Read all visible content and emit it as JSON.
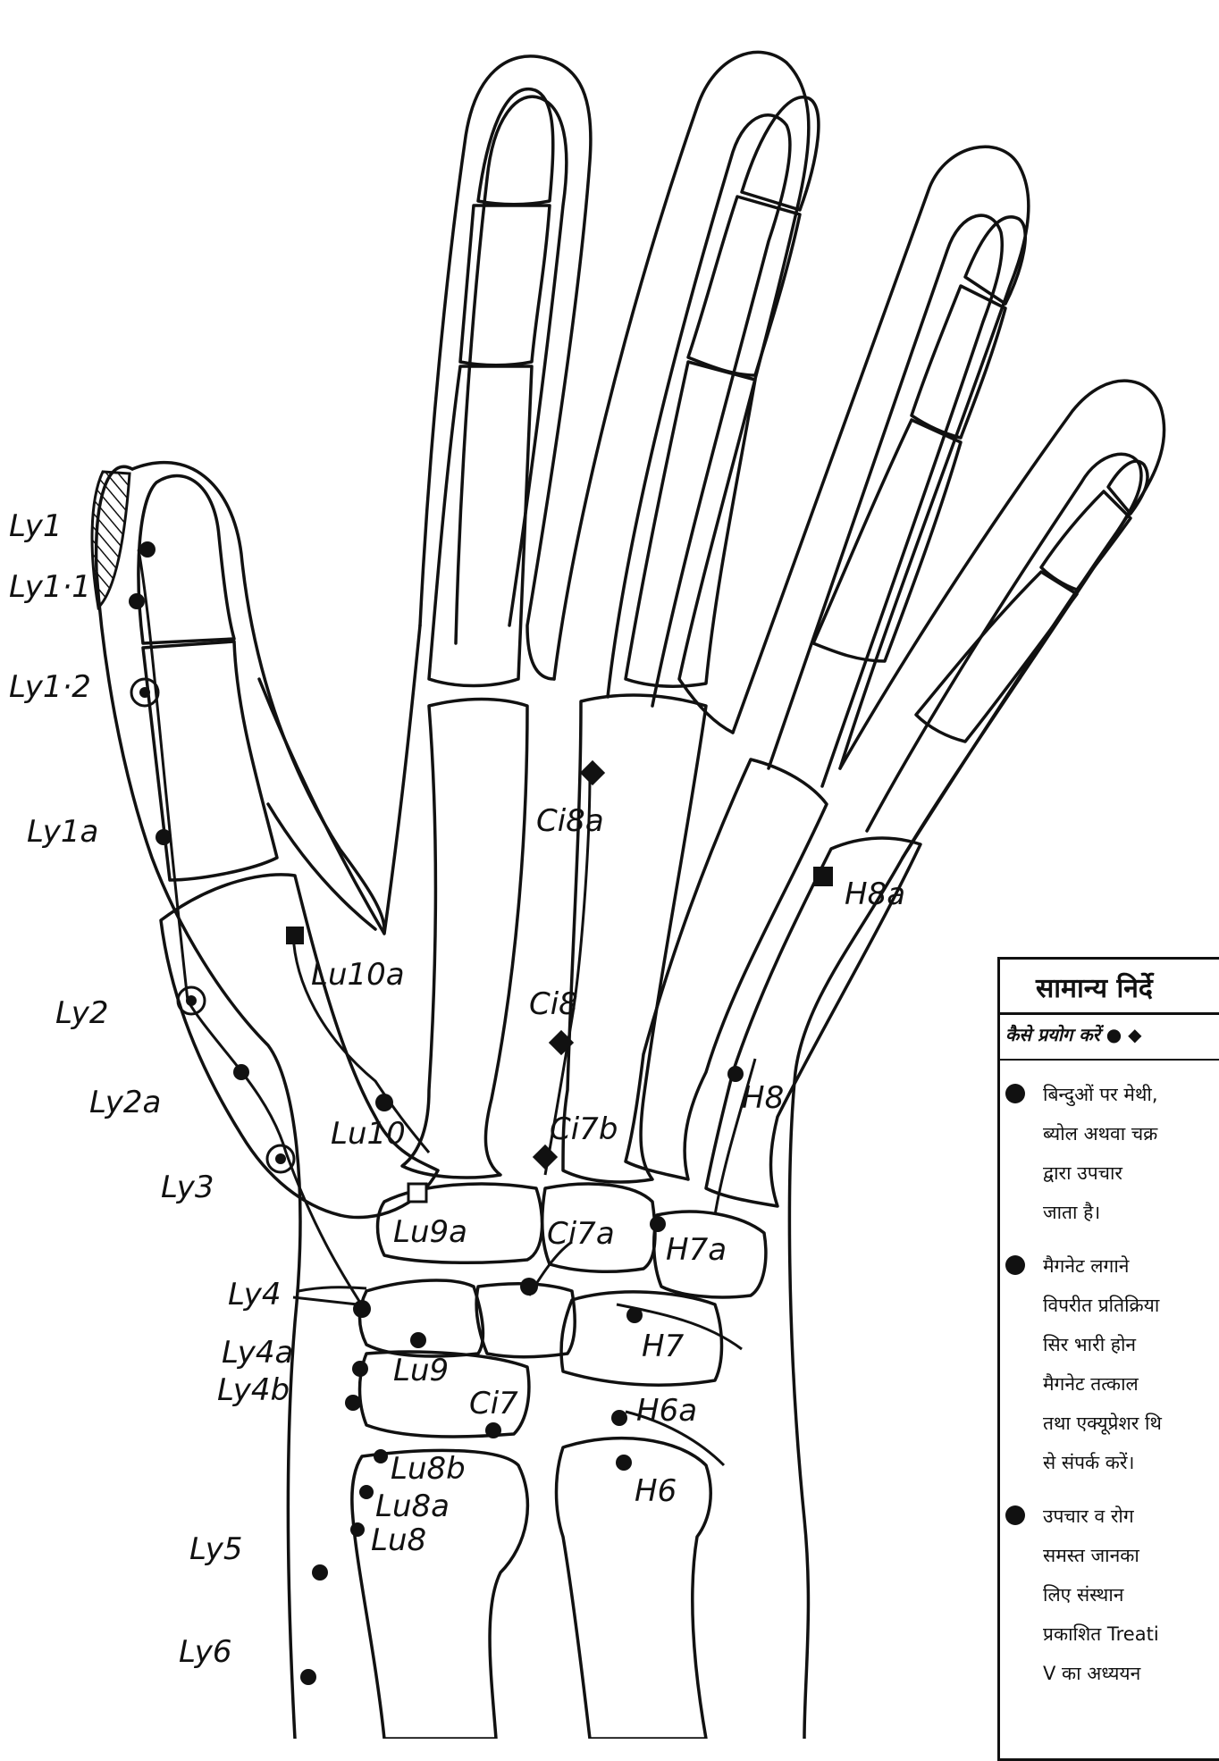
{
  "points": [
    {
      "id": "ly1",
      "label": "Ly1",
      "marker": "dot"
    },
    {
      "id": "ly11",
      "label": "Ly1·1",
      "marker": "dot"
    },
    {
      "id": "ly12",
      "label": "Ly1·2",
      "marker": "ring"
    },
    {
      "id": "ly1a",
      "label": "Ly1a",
      "marker": "dot"
    },
    {
      "id": "ly2",
      "label": "Ly2",
      "marker": "ring"
    },
    {
      "id": "ly2a",
      "label": "Ly2a",
      "marker": "dot"
    },
    {
      "id": "ly3",
      "label": "Ly3",
      "marker": "ring"
    },
    {
      "id": "ly4",
      "label": "Ly4",
      "marker": "dot"
    },
    {
      "id": "ly4a",
      "label": "Ly4a",
      "marker": "dot"
    },
    {
      "id": "ly4b",
      "label": "Ly4b",
      "marker": "dot"
    },
    {
      "id": "ly5",
      "label": "Ly5",
      "marker": "dot"
    },
    {
      "id": "ly6",
      "label": "Ly6",
      "marker": "dot"
    },
    {
      "id": "lu10a",
      "label": "Lu10a",
      "marker": "square"
    },
    {
      "id": "lu10",
      "label": "Lu10",
      "marker": "dot"
    },
    {
      "id": "lu9a",
      "label": "Lu9a",
      "marker": "open-square"
    },
    {
      "id": "lu9",
      "label": "Lu9",
      "marker": "dot"
    },
    {
      "id": "lu8b",
      "label": "Lu8b",
      "marker": "dot"
    },
    {
      "id": "lu8a",
      "label": "Lu8a",
      "marker": "dot"
    },
    {
      "id": "lu8",
      "label": "Lu8",
      "marker": "dot"
    },
    {
      "id": "ci8a",
      "label": "Ci8a",
      "marker": "diamond"
    },
    {
      "id": "ci8",
      "label": "Ci8",
      "marker": "diamond"
    },
    {
      "id": "ci7b",
      "label": "Ci7b",
      "marker": "diamond"
    },
    {
      "id": "ci7a",
      "label": "Ci7a",
      "marker": "dot"
    },
    {
      "id": "ci7",
      "label": "Ci7",
      "marker": "dot"
    },
    {
      "id": "h8a",
      "label": "H8a",
      "marker": "square"
    },
    {
      "id": "h8",
      "label": "H8",
      "marker": "dot"
    },
    {
      "id": "h7a",
      "label": "H7a",
      "marker": "dot"
    },
    {
      "id": "h7",
      "label": "H7",
      "marker": "dot"
    },
    {
      "id": "h6a",
      "label": "H6a",
      "marker": "dot"
    },
    {
      "id": "h6",
      "label": "H6",
      "marker": "dot"
    }
  ],
  "info": {
    "title": "सामान्य निर्दे",
    "subtitle": "कैसे प्रयोग करें ● ◆",
    "para1": [
      "बिन्दुओं पर मेथी,",
      "ब्योल अथवा चक्र",
      "द्वारा उपचार",
      "जाता है।"
    ],
    "para2": [
      "मैगनेट लगाने",
      "विपरीत प्रतिक्रिया",
      "सिर भारी होन",
      "मैगनेट तत्काल",
      "तथा एक्यूप्रेशर थि",
      "से संपर्क करें।"
    ],
    "para3": [
      "उपचार व रोग",
      "समस्त जानका",
      "लिए संस्थान",
      "प्रकाशित Treati",
      "V का अध्ययन"
    ]
  }
}
